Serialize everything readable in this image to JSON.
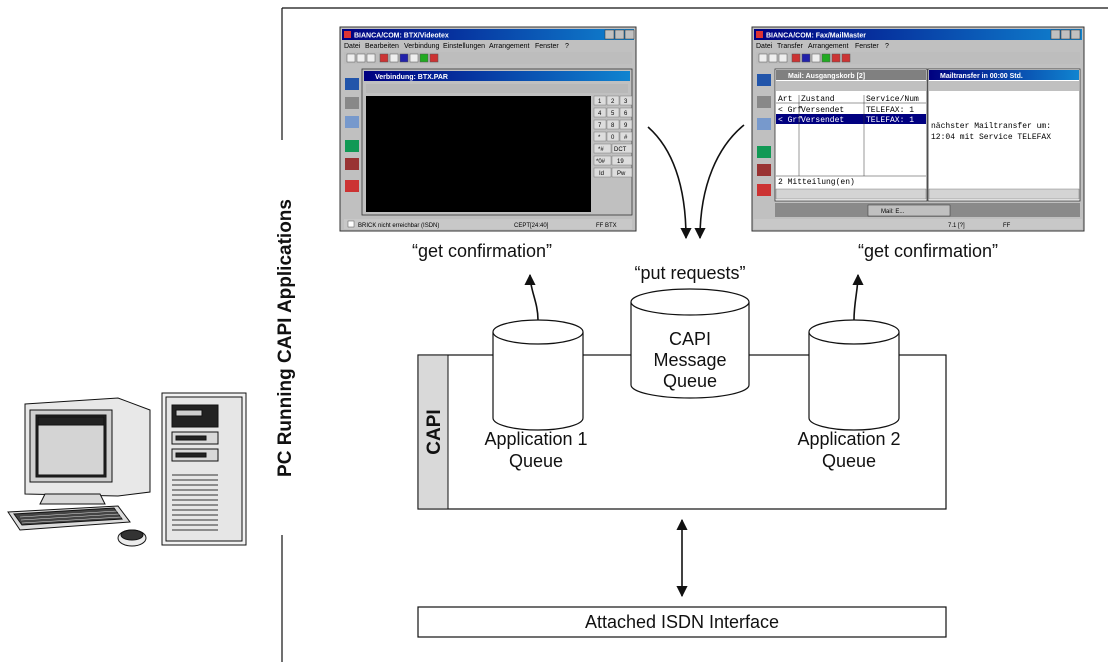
{
  "frame": {
    "side_label": "PC Running CAPI Applications"
  },
  "capi": {
    "label": "CAPI",
    "message_queue": [
      "CAPI",
      "Message",
      "Queue"
    ],
    "app1_queue": [
      "Application 1",
      "Queue"
    ],
    "app2_queue": [
      "Application 2",
      "Queue"
    ]
  },
  "annotations": {
    "left_confirm": "“get confirmation”",
    "put_requests": "“put requests”",
    "right_confirm": "“get confirmation”"
  },
  "isdn": {
    "label": "Attached ISDN Interface"
  },
  "left_window": {
    "title": "BIANCA/COM: BTX/Videotex",
    "menu": [
      "Datei",
      "Bearbeiten",
      "Verbindung",
      "Einstellungen",
      "Arrangement",
      "Fenster",
      "?"
    ],
    "child_title": "Verbindung: BTX.PAR",
    "keypad": [
      "1",
      "2",
      "3",
      "4",
      "5",
      "6",
      "7",
      "8",
      "9",
      "*",
      "0",
      "#",
      "*#",
      "DCT",
      "*0#",
      "19",
      "Id",
      "Pw"
    ],
    "status": [
      "BRICK nicht erreichbar (ISDN)",
      "CEPT[24:40]",
      "FF BTX"
    ]
  },
  "right_window": {
    "title": "BIANCA/COM: Fax/MailMaster",
    "menu": [
      "Datei",
      "Transfer",
      "Arrangement",
      "Fenster",
      "?"
    ],
    "outbox_title": "Mail: Ausgangskorb [2]",
    "mailtransfer_title": "Mailtransfer in 00:00 Std.",
    "columns": [
      "Art",
      "Zustand",
      "Service/Num"
    ],
    "rows": [
      [
        "< Grf",
        "Versendet",
        "TELEFAX: 1"
      ],
      [
        "< Grf",
        "Versendet",
        "TELEFAX: 1"
      ]
    ],
    "footer": "2 Mitteilung(en)",
    "message": [
      "nächster Mailtransfer um:",
      "12:04 mit Service TELEFAX"
    ],
    "minimized": "Mail: E...",
    "status": [
      "7.1 [?]",
      "FF"
    ]
  }
}
